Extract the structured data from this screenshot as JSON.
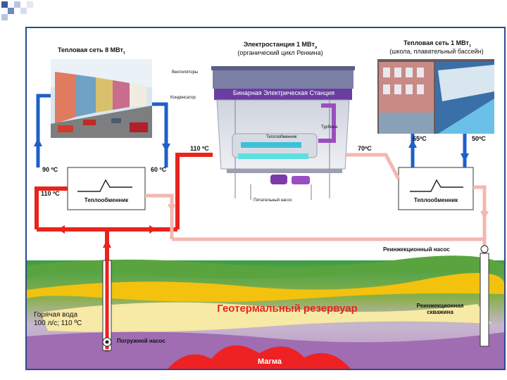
{
  "left_panel": {
    "title": "Тепловая сеть  8 МВт",
    "title_sub": "т"
  },
  "center_panel": {
    "title": "Электростанция  1 МВт",
    "title_sub": "э",
    "subtitle": "(органический цикл Ренкина)",
    "station_banner": "Бинарная Электрическая Станция",
    "fans_label": "Вентиляторы",
    "condenser_label": "Конденсатор",
    "turbine_label": "Турбина",
    "heat_exchanger_label": "Теплообменник",
    "feed_pump_label": "Питательный насос"
  },
  "right_panel": {
    "title": "Тепловая сеть  1 МВт",
    "title_sub": "т",
    "subtitle": "(школа, плавательный бассейн)"
  },
  "temperatures": {
    "left_out": "90 ºC",
    "left_in": "60 ºC",
    "hot_inlet": "110 ºC",
    "plant_inlet": "110 ºC",
    "plant_outlet": "70ºC",
    "right_in": "65ºC",
    "right_out": "50ºC"
  },
  "heat_exchanger_left": "Теплообменник",
  "heat_exchanger_right": "Теплообменник",
  "reinjection_pump": "Реинжекционный насос",
  "reservoir": "Геотермальный резервуар",
  "reinjection_well": [
    "Реинжекционная",
    "скважина"
  ],
  "hot_water": [
    "Горячая вода",
    "100 л/с; 110 ºC"
  ],
  "submersible_pump": "Погружной насос",
  "magma": "Магма",
  "colors": {
    "hot": "#e8231c",
    "cold": "#1f5fc8",
    "return": "#f4b7b0",
    "magma": "#ee2222"
  }
}
